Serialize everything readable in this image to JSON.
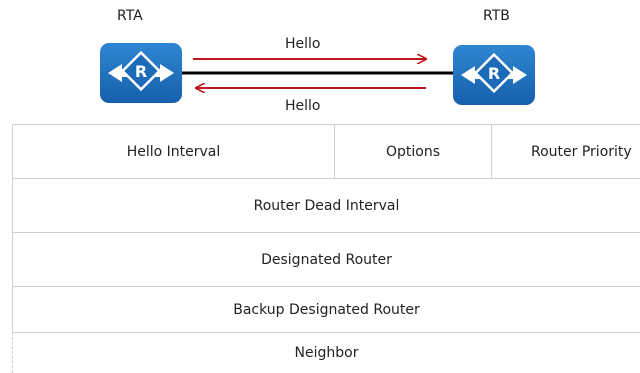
{
  "routers": {
    "rta": {
      "label": "RTA",
      "glyph": "R"
    },
    "rtb": {
      "label": "RTB",
      "glyph": "R"
    }
  },
  "messages": {
    "top": "Hello",
    "bottom": "Hello"
  },
  "packet": {
    "row1": [
      "Hello Interval",
      "Options",
      "Router Priority"
    ],
    "row2": "Router Dead Interval",
    "row3": "Designated Router",
    "row4": "Backup Designated Router",
    "row5": "Neighbor"
  },
  "colors": {
    "router": "#1e70c0",
    "arrow": "#c0161e",
    "link": "#000000",
    "grid": "#cfcfcf"
  }
}
